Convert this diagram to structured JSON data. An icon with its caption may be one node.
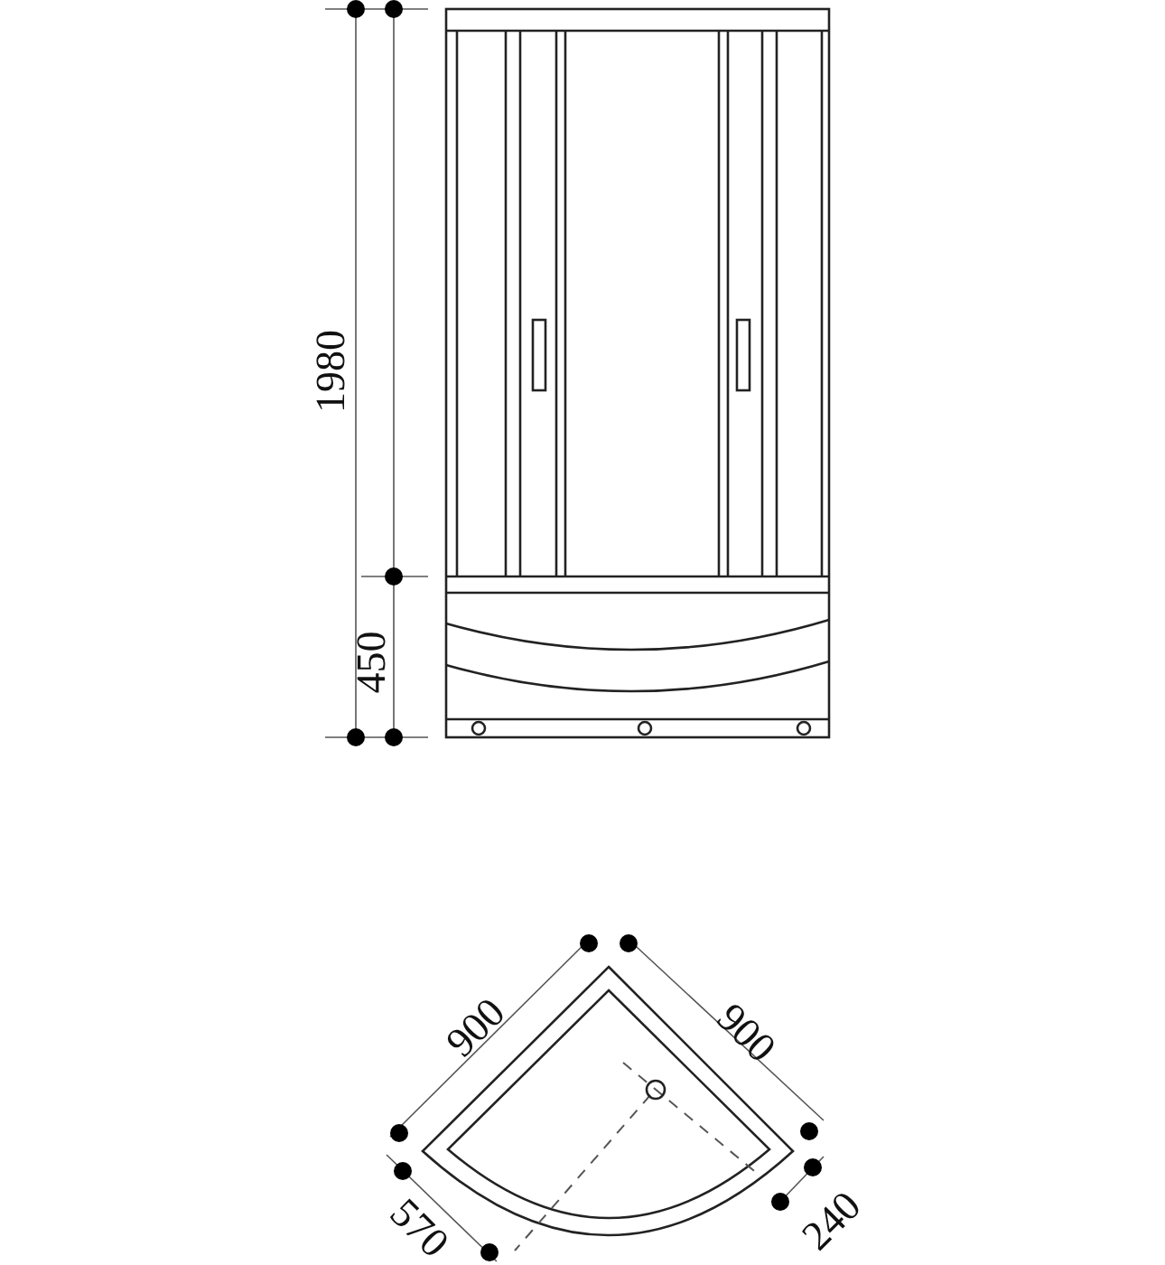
{
  "diagram": {
    "labels": [
      "1980",
      "450",
      "900",
      "900",
      "570",
      "240"
    ]
  }
}
